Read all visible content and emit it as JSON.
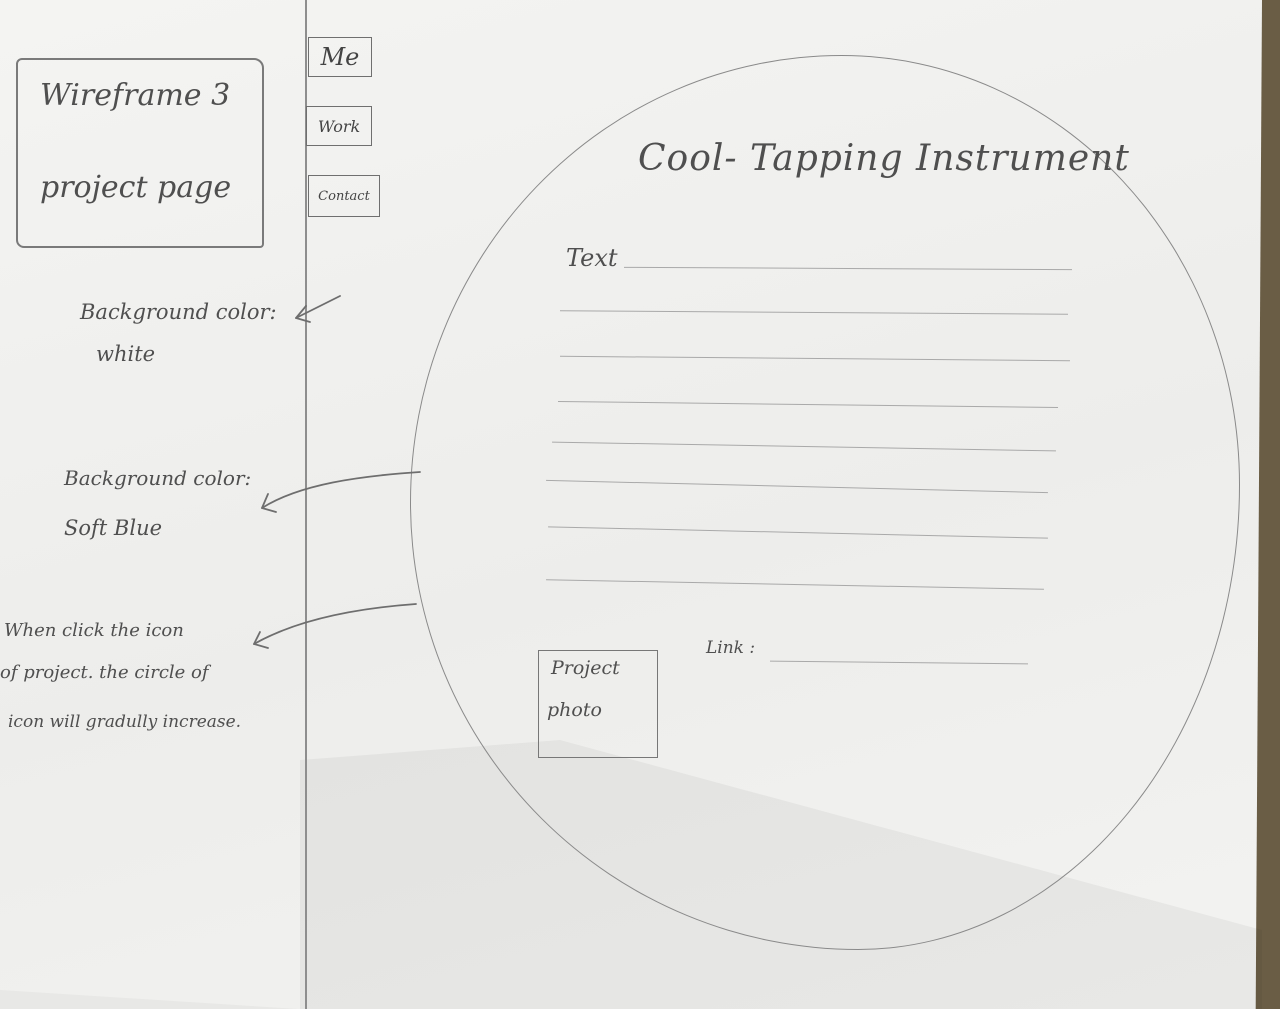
{
  "sketch": {
    "title_box": {
      "line1": "Wireframe 3",
      "line2": "project page"
    },
    "nav": {
      "me": "Me",
      "work": "Work",
      "contact": "Contact"
    },
    "notes": {
      "bg_white_line1": "Background color:",
      "bg_white_line2": "white",
      "bg_blue_line1": "Background color:",
      "bg_blue_line2": "Soft Blue",
      "click_line1": "When click the icon",
      "click_line2": "of project. the circle of",
      "click_line3": "icon will gradully increase."
    },
    "content": {
      "heading": "Cool- Tapping Instrument",
      "text_label": "Text",
      "link_label": "Link :",
      "photo_line1": "Project",
      "photo_line2": "photo"
    },
    "colors": {
      "paper": "#f1f1ef",
      "pencil": "#555555",
      "table": "#6a5d45"
    }
  }
}
